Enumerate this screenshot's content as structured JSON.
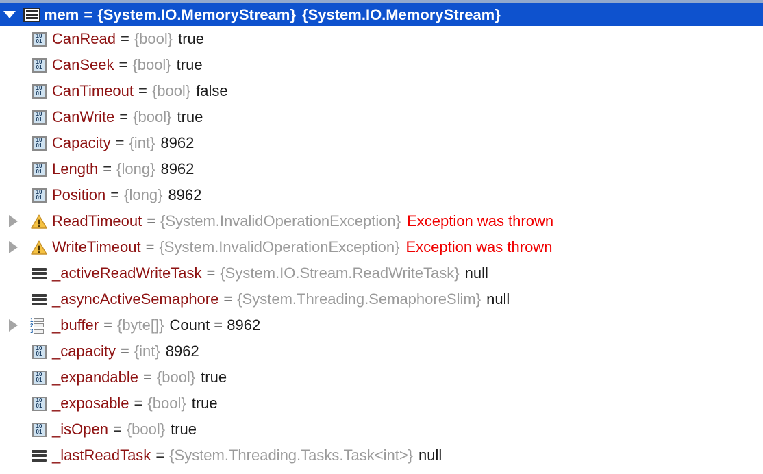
{
  "pane": {
    "title": "debugger-variables-tree",
    "background": "#ffffff",
    "top_strip_color": "#92a9cd",
    "selection_color": "#0e52ce",
    "name_color": "#8e1212",
    "type_color": "#9b9b9b",
    "value_color": "#1b1b1b",
    "error_color": "#f00000"
  },
  "root": {
    "expander": "chevron-down-icon",
    "expanded": true,
    "icon": "field-icon",
    "name": "mem",
    "equals": "=",
    "type": "{System.IO.MemoryStream}",
    "value": "{System.IO.MemoryStream}",
    "selected": true
  },
  "rows": [
    {
      "expander": "none",
      "icon": "binary-icon",
      "name": "CanRead",
      "equals": "=",
      "type": "{bool}",
      "value": "true",
      "error": ""
    },
    {
      "expander": "none",
      "icon": "binary-icon",
      "name": "CanSeek",
      "equals": "=",
      "type": "{bool}",
      "value": "true",
      "error": ""
    },
    {
      "expander": "none",
      "icon": "binary-icon",
      "name": "CanTimeout",
      "equals": "=",
      "type": "{bool}",
      "value": "false",
      "error": ""
    },
    {
      "expander": "none",
      "icon": "binary-icon",
      "name": "CanWrite",
      "equals": "=",
      "type": "{bool}",
      "value": "true",
      "error": ""
    },
    {
      "expander": "none",
      "icon": "binary-icon",
      "name": "Capacity",
      "equals": "=",
      "type": "{int}",
      "value": "8962",
      "error": ""
    },
    {
      "expander": "none",
      "icon": "binary-icon",
      "name": "Length",
      "equals": "=",
      "type": "{long}",
      "value": "8962",
      "error": ""
    },
    {
      "expander": "none",
      "icon": "binary-icon",
      "name": "Position",
      "equals": "=",
      "type": "{long}",
      "value": "8962",
      "error": ""
    },
    {
      "expander": "chevron-right-icon",
      "icon": "warning-icon",
      "name": "ReadTimeout",
      "equals": "=",
      "type": "{System.InvalidOperationException}",
      "value": "",
      "error": "Exception was thrown"
    },
    {
      "expander": "chevron-right-icon",
      "icon": "warning-icon",
      "name": "WriteTimeout",
      "equals": "=",
      "type": "{System.InvalidOperationException}",
      "value": "",
      "error": "Exception was thrown"
    },
    {
      "expander": "none",
      "icon": "field-icon",
      "name": "_activeReadWriteTask",
      "equals": "=",
      "type": "{System.IO.Stream.ReadWriteTask}",
      "value": "null",
      "error": ""
    },
    {
      "expander": "none",
      "icon": "field-icon",
      "name": "_asyncActiveSemaphore",
      "equals": "=",
      "type": "{System.Threading.SemaphoreSlim}",
      "value": "null",
      "error": ""
    },
    {
      "expander": "chevron-right-icon",
      "icon": "array-icon",
      "name": "_buffer",
      "equals": "=",
      "type": "{byte[]}",
      "value": "Count = 8962",
      "error": ""
    },
    {
      "expander": "none",
      "icon": "binary-icon",
      "name": "_capacity",
      "equals": "=",
      "type": "{int}",
      "value": "8962",
      "error": ""
    },
    {
      "expander": "none",
      "icon": "binary-icon",
      "name": "_expandable",
      "equals": "=",
      "type": "{bool}",
      "value": "true",
      "error": ""
    },
    {
      "expander": "none",
      "icon": "binary-icon",
      "name": "_exposable",
      "equals": "=",
      "type": "{bool}",
      "value": "true",
      "error": ""
    },
    {
      "expander": "none",
      "icon": "binary-icon",
      "name": "_isOpen",
      "equals": "=",
      "type": "{bool}",
      "value": "true",
      "error": ""
    },
    {
      "expander": "none",
      "icon": "field-icon",
      "name": "_lastReadTask",
      "equals": "=",
      "type": "{System.Threading.Tasks.Task<int>}",
      "value": "null",
      "error": ""
    }
  ]
}
